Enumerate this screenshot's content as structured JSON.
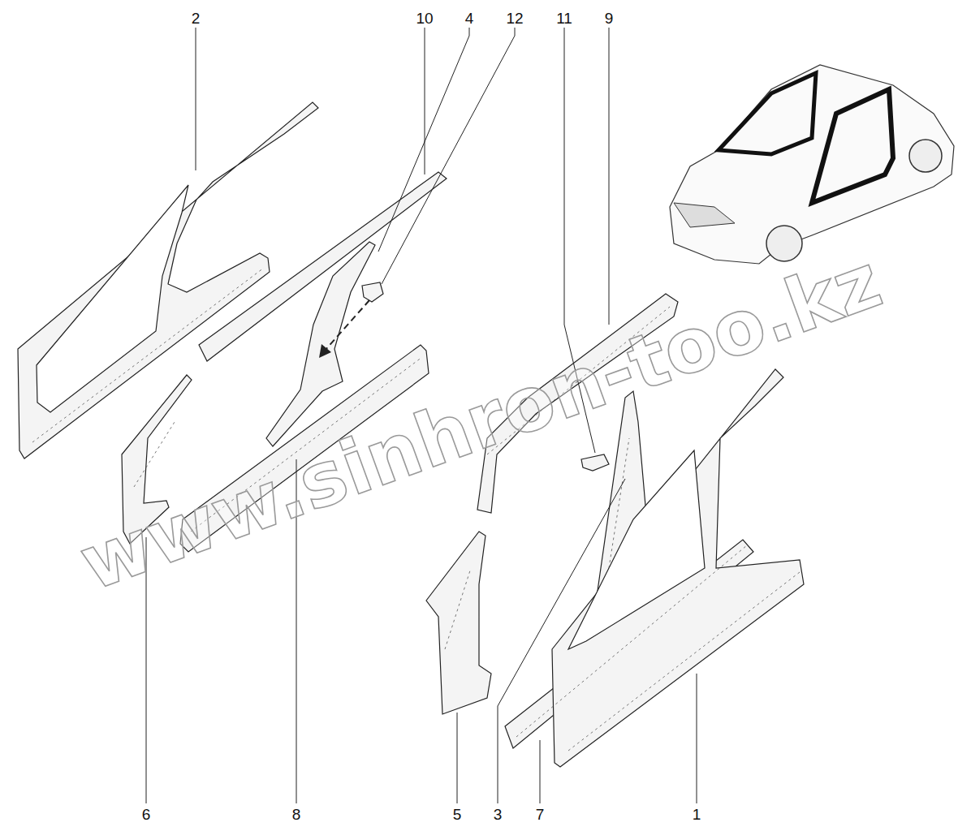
{
  "diagram": {
    "labels": [
      "2",
      "10",
      "4",
      "12",
      "11",
      "9",
      "6",
      "8",
      "5",
      "3",
      "7",
      "1",
      "www.sinhron-too.kz"
    ]
  }
}
